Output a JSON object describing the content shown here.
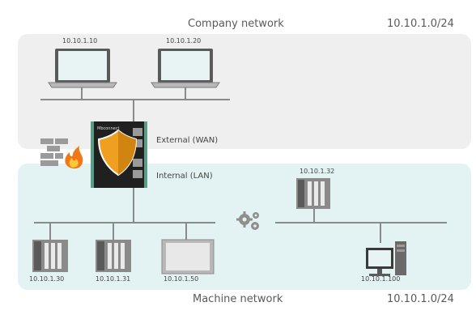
{
  "company": {
    "title": "Company network",
    "subnet": "10.10.1.0/24"
  },
  "machine": {
    "title": "Machine network",
    "subnet": "10.10.1.0/24"
  },
  "router": {
    "brand": "Mbconnect",
    "wan_label": "External (WAN)",
    "lan_label": "Internal (LAN)"
  },
  "devices": {
    "laptop1": "10.10.1.10",
    "laptop2": "10.10.1.20",
    "plc_top": "10.10.1.32",
    "plc1": "10.10.1.30",
    "plc2": "10.10.1.31",
    "hmi": "10.10.1.50",
    "pc": "10.10.1.100"
  },
  "icons": [
    "firewall-icon",
    "gears-icon",
    "shield-icon"
  ],
  "colors": {
    "company_zone": "#efefef",
    "machine_zone": "#e3f3f3",
    "line": "#8a8a8a",
    "shield": "#f0a020"
  }
}
